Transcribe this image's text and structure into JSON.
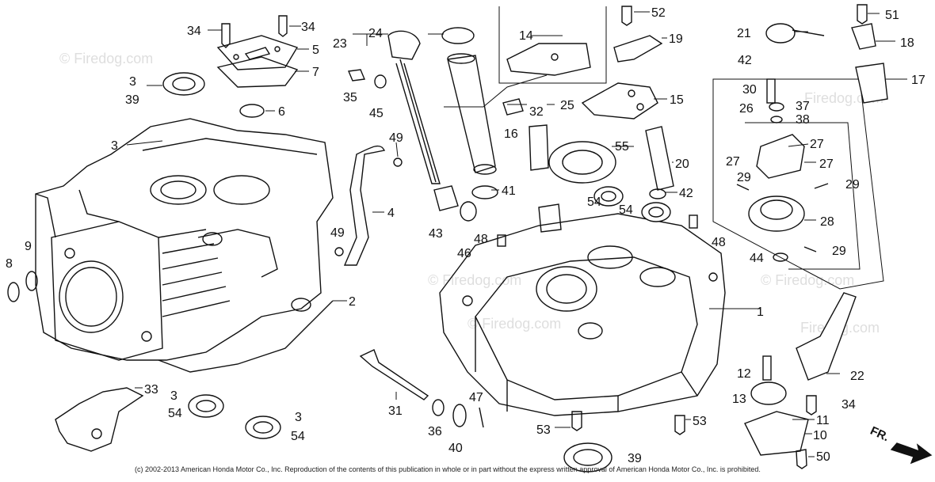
{
  "watermark": "© Firedog.com",
  "watermark_short": "Firedog.com",
  "copyright": "(c) 2002-2013 American Honda Motor Co., Inc. Reproduction of the contents of this publication in whole or in part without the express written approval of American Honda Motor Co., Inc. is prohibited.",
  "direction_label": "FR.",
  "callouts": {
    "c1": "1",
    "c2": "2",
    "c3a": "3",
    "c3b": "3",
    "c3c": "3",
    "c3d": "3",
    "c4": "4",
    "c5": "5",
    "c6": "6",
    "c7": "7",
    "c8": "8",
    "c9": "9",
    "c10": "10",
    "c11": "11",
    "c12": "12",
    "c13": "13",
    "c14": "14",
    "c15": "15",
    "c16": "16",
    "c17": "17",
    "c18": "18",
    "c19": "19",
    "c20": "20",
    "c21": "21",
    "c22": "22",
    "c23": "23",
    "c24": "24",
    "c25": "25",
    "c26": "26",
    "c27a": "27",
    "c27b": "27",
    "c27c": "27",
    "c28": "28",
    "c29a": "29",
    "c29b": "29",
    "c29c": "29",
    "c30": "30",
    "c31": "31",
    "c32": "32",
    "c33": "33",
    "c34a": "34",
    "c34b": "34",
    "c34c": "34",
    "c35": "35",
    "c36": "36",
    "c37": "37",
    "c38": "38",
    "c39a": "39",
    "c39b": "39",
    "c40": "40",
    "c41": "41",
    "c42a": "42",
    "c42b": "42",
    "c43": "43",
    "c44": "44",
    "c45": "45",
    "c46": "46",
    "c47": "47",
    "c48a": "48",
    "c48b": "48",
    "c49a": "49",
    "c49b": "49",
    "c50": "50",
    "c51": "51",
    "c52": "52",
    "c53a": "53",
    "c53b": "53",
    "c54a": "54",
    "c54b": "54",
    "c54c": "54",
    "c54d": "54",
    "c55": "55"
  }
}
